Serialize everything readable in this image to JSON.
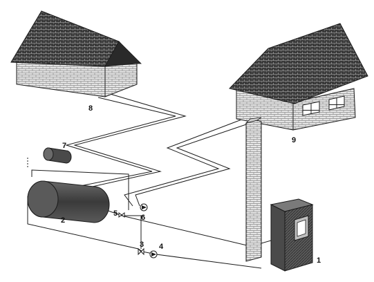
{
  "labels": {
    "boiler": "1",
    "storage_tank": "2",
    "valve_lower": "3",
    "pump_lower": "4",
    "valve_upper": "5",
    "pump_upper": "6",
    "expansion_tank": "7",
    "house_left": "8",
    "house_right": "9"
  },
  "colors": {
    "line": "#1a1a1a",
    "roof": "#3a3a3a",
    "wall": "#e6e6e6",
    "brick": "#8a8a8a",
    "tank": "#4a4a4a",
    "paper": "#ffffff"
  }
}
